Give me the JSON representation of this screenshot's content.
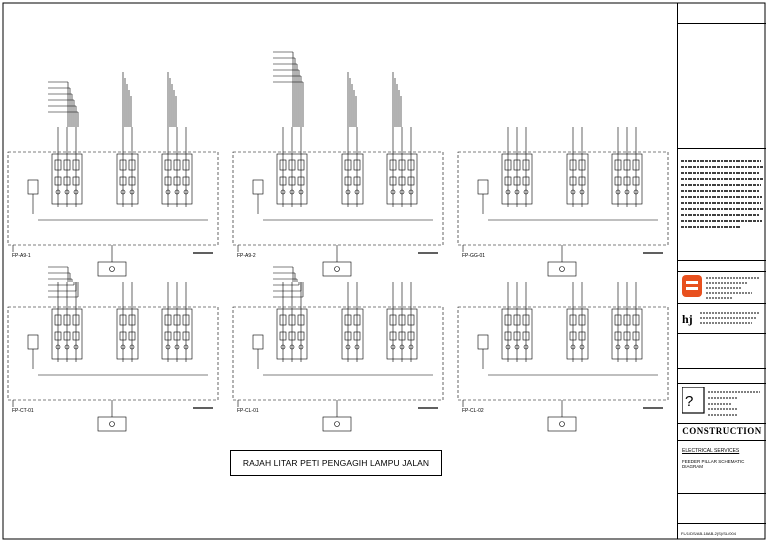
{
  "drawing": {
    "title": "RAJAH LITAR PETI PENGAGIH LAMPU JALAN",
    "panels": [
      {
        "tag": "FP-A9-1"
      },
      {
        "tag": "FP-A9-2"
      },
      {
        "tag": "FP-GG-01"
      },
      {
        "tag": "FP-CT-01"
      },
      {
        "tag": "FP-CL-01"
      },
      {
        "tag": "FP-CL-02"
      }
    ]
  },
  "title_block": {
    "status": "CONSTRUCTION",
    "discipline": "ELECTRICAL SERVICES",
    "drawing_title": "FEEDER PILLAR SCHEMATIC DIAGRAM",
    "drawing_no": "FL/1/DS/AB-18AB-2(S)/SL/004"
  },
  "colors": {
    "line": "#000000",
    "logo_orange": "#e8501e"
  }
}
